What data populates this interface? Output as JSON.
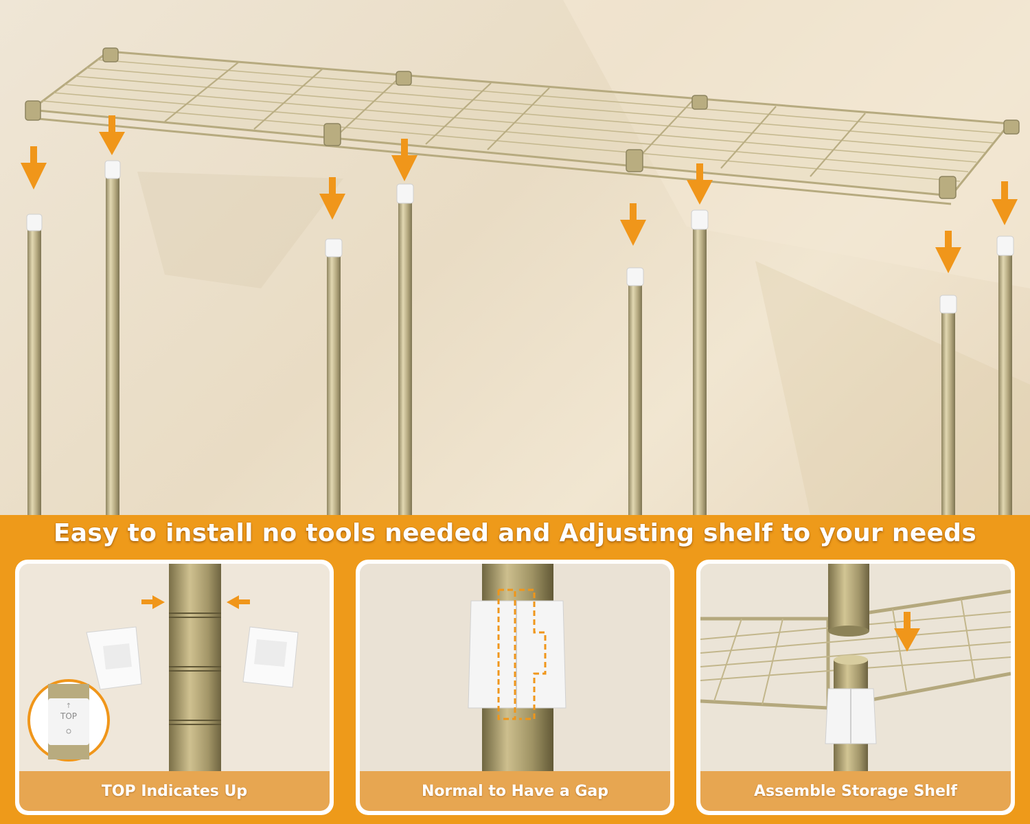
{
  "headline": "Easy to install no tools needed and Adjusting shelf to your needs",
  "cards": [
    {
      "caption": "TOP Indicates Up",
      "badge_text": "TOP"
    },
    {
      "caption": "Normal to Have a Gap"
    },
    {
      "caption": "Assemble Storage Shelf"
    }
  ],
  "colors": {
    "accent": "#ee9a1a",
    "arrow": "#f0961a",
    "gold": "#c6b98c",
    "caption_bg": "#e7a651"
  }
}
